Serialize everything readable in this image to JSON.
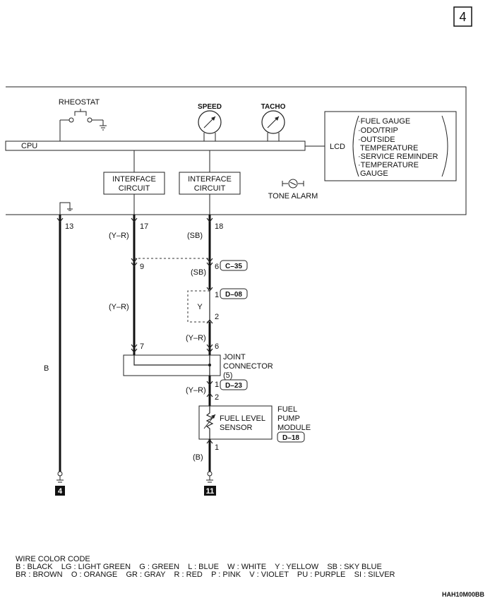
{
  "page_number": "4",
  "labels": {
    "rheostat": "RHEOSTAT",
    "speed": "SPEED",
    "tacho": "TACHO",
    "cpu": "CPU",
    "lcd": "LCD",
    "lcd_items": [
      "·FUEL GAUGE",
      "·ODO/TRIP",
      "·OUTSIDE",
      "TEMPERATURE",
      "·SERVICE REMINDER",
      "·TEMPERATURE",
      "GAUGE"
    ],
    "interface_1": [
      "INTERFACE",
      "CIRCUIT"
    ],
    "interface_2": [
      "INTERFACE",
      "CIRCUIT"
    ],
    "tone_alarm": "TONE ALARM",
    "joint_connector": [
      "JOINT",
      "CONNECTOR",
      "(5)"
    ],
    "fuel_level_sensor": [
      "FUEL LEVEL",
      "SENSOR"
    ],
    "fuel_pump_module": [
      "FUEL",
      "PUMP",
      "MODULE"
    ]
  },
  "pins": {
    "p13": "13",
    "p17": "17",
    "p18": "18",
    "p9": "9",
    "p6a": "6",
    "p1a": "1",
    "p2a": "2",
    "p7": "7",
    "p6b": "6",
    "p1b": "1",
    "p2b": "2",
    "p1c": "1"
  },
  "wire_colors": {
    "w17": "(Y–R)",
    "w18": "(SB)",
    "w_sb2": "(SB)",
    "w_yr_left": "(Y–R)",
    "w_yr_mid": "(Y–R)",
    "w_yr_low": "(Y–R)",
    "w_b_bottom": "(B)",
    "w_b_left": "B",
    "y": "Y"
  },
  "connectors": {
    "c35": "C–35",
    "d08": "D–08",
    "d23": "D–23",
    "d18": "D–18"
  },
  "grounds": {
    "g4": "4",
    "g11": "11"
  },
  "legend": {
    "title": "WIRE COLOR CODE",
    "line1": "B : BLACK    LG : LIGHT GREEN    G : GREEN    L : BLUE    W : WHITE    Y : YELLOW    SB : SKY BLUE",
    "line2": "BR : BROWN    O : ORANGE    GR : GRAY    R : RED    P : PINK    V : VIOLET    PU : PURPLE    SI : SILVER"
  },
  "diagram_code": "HAH10M00BB"
}
